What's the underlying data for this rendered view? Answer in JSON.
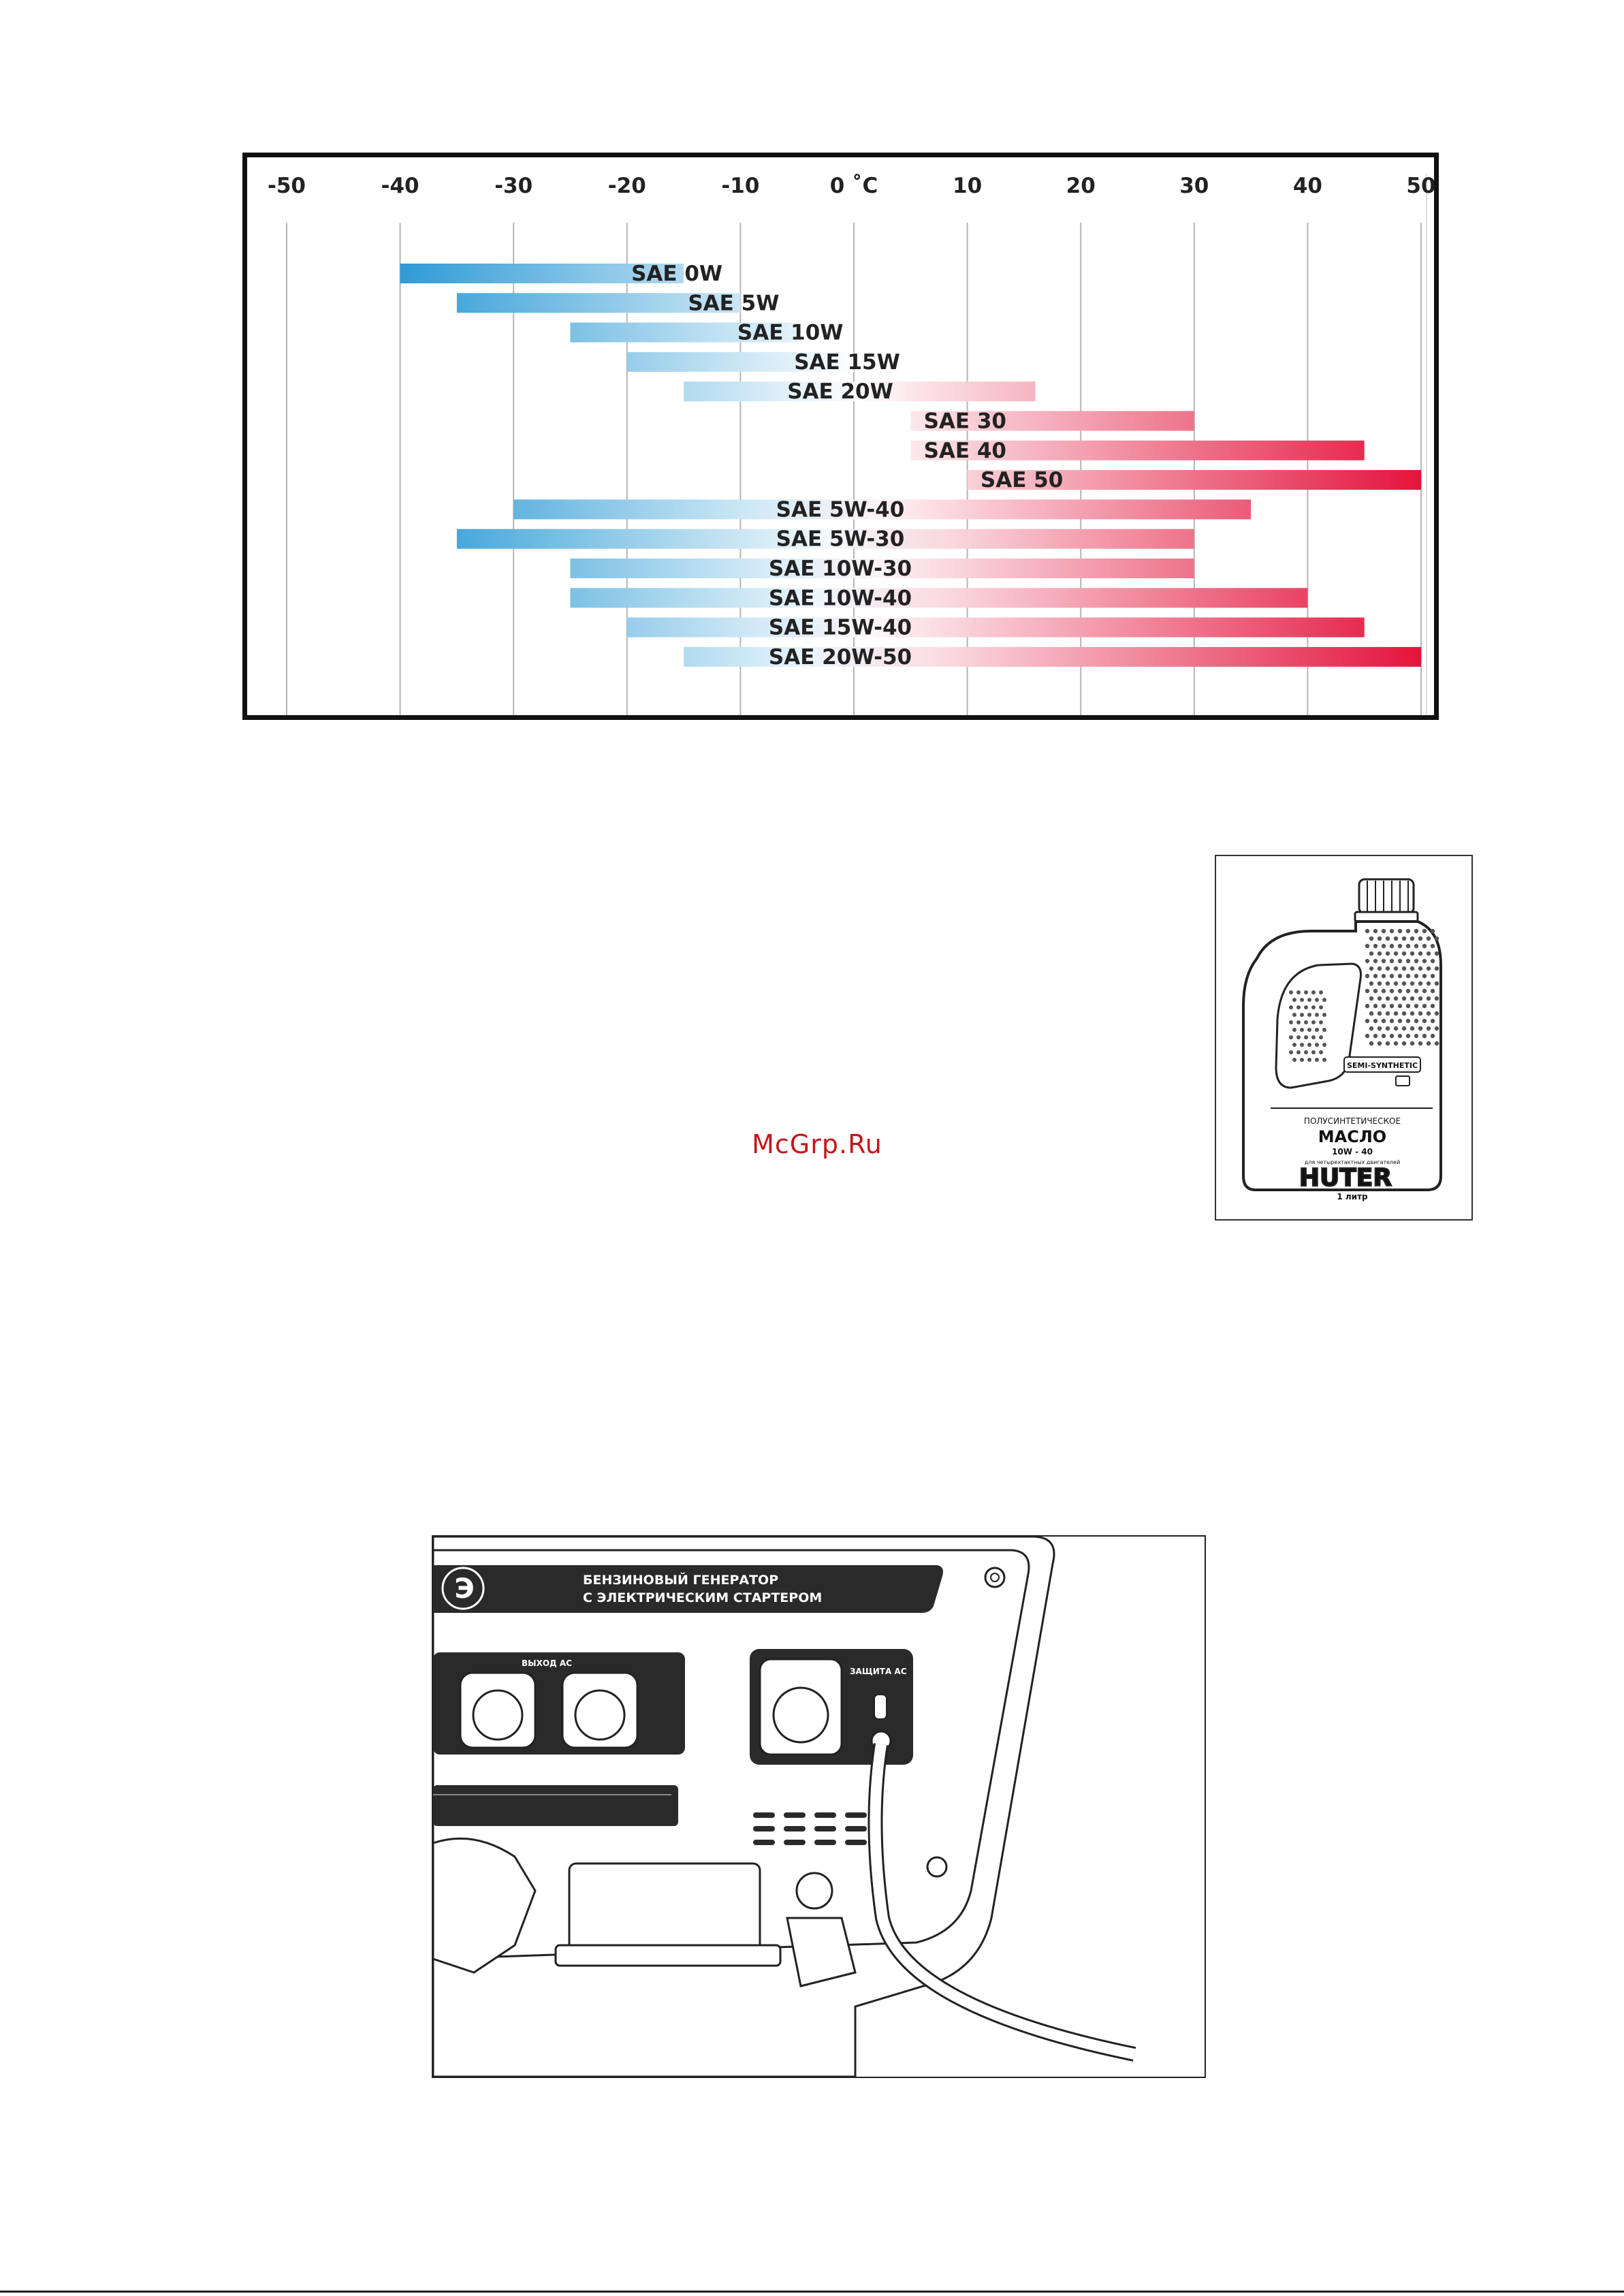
{
  "chart_data": {
    "type": "bar",
    "subtype": "range",
    "x_ticks": [
      "-50",
      "-40",
      "-30",
      "-20",
      "-10",
      "0 ˚C",
      "10",
      "20",
      "30",
      "40",
      "50"
    ],
    "xlim": [
      -50,
      50
    ],
    "grid": true,
    "colors": {
      "cold": "#2e9bd6",
      "hot": "#e3143c",
      "neutral": "#ffffff"
    },
    "series": [
      {
        "name": "SAE 0W",
        "start": -40,
        "end": -15
      },
      {
        "name": "SAE 5W",
        "start": -35,
        "end": -10
      },
      {
        "name": "SAE 10W",
        "start": -25,
        "end": -5
      },
      {
        "name": "SAE 15W",
        "start": -20,
        "end": 0
      },
      {
        "name": "SAE 20W",
        "start": -15,
        "end": 16
      },
      {
        "name": "SAE 30",
        "start": 5,
        "end": 30
      },
      {
        "name": "SAE 40",
        "start": 5,
        "end": 45
      },
      {
        "name": "SAE 50",
        "start": 10,
        "end": 50
      },
      {
        "name": "SAE 5W-40",
        "start": -30,
        "end": 35
      },
      {
        "name": "SAE 5W-30",
        "start": -35,
        "end": 30
      },
      {
        "name": "SAE 10W-30",
        "start": -25,
        "end": 30
      },
      {
        "name": "SAE 10W-40",
        "start": -25,
        "end": 40
      },
      {
        "name": "SAE 15W-40",
        "start": -20,
        "end": 45
      },
      {
        "name": "SAE 20W-50",
        "start": -15,
        "end": 50
      }
    ]
  },
  "oil_can": {
    "tag": "SEMI-SYNTHETIC",
    "line1": "ПОЛУСИНТЕТИЧЕСКОЕ",
    "title": "МАСЛО",
    "grade": "10W - 40",
    "line4": "для четырехтактных двигателей",
    "brand": "HUTER",
    "volume": "1 литр",
    "icon": "oil-canister-icon"
  },
  "watermark": "McGrp.Ru",
  "generator_panel": {
    "logo": "Э",
    "title_line1": "БЕНЗИНОВЫЙ ГЕНЕРАТОР",
    "title_line2": "С ЭЛЕКТРИЧЕСКИМ СТАРТЕРОМ",
    "output_label": "ВЫХОД AC",
    "protection_label": "ЗАЩИТА AC",
    "icon": "generator-panel-icon"
  }
}
